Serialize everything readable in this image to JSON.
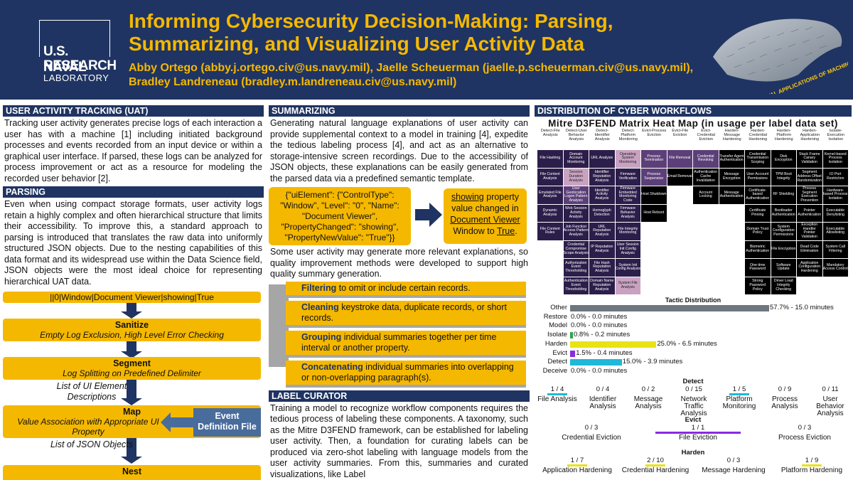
{
  "header": {
    "logo": {
      "line1": "U.S. NAVAL",
      "line2": "RESEARCH",
      "line3": "LABORATORY"
    },
    "title": "Informing Cybersecurity Decision-Making: Parsing, Summarizing, and Visualizing User Activity Data",
    "authors": "Abby Ortego (abby.j.ortego.civ@us.navy.mil), Jaelle Scheuerman (jaelle.p.scheuerman.civ@us.navy.mil), Bradley Landreneau (bradley.m.landreneau.civ@us.navy.mil)",
    "emblem_text": "NAVAL APPLICATIONS OF MACHINE LEARNING 2025"
  },
  "uat": {
    "heading": "USER ACTIVITY TRACKING (UAT)",
    "body": "Tracking user activity generates precise logs of each interaction a user has with a machine [1] including initiated background processes and events recorded from an input device or within a graphical user interface. If parsed, these logs can be analyzed for process improvement or act as a resource for modeling the recorded user behavior [2]."
  },
  "parsing": {
    "heading": "PARSING",
    "body": "Even when using compact storage formats, user activity logs retain a highly complex and often hierarchical structure that limits their accessibility. To improve this, a standard approach to parsing is introduced that translates the raw data into uniformly structured JSON objects. Due to the nesting capabilities of this data format and its widespread use within the Data Science field, JSON objects were the most ideal choice for representing hierarchical UAT data.",
    "flow": {
      "raw": "||0|Window|Document Viewer|showing|True",
      "sanitize_title": "Sanitize",
      "sanitize_desc": "Empty Log Exclusion, High Level Error Checking",
      "segment_title": "Segment",
      "segment_desc": "Log Splitting on Predefined Delimiter",
      "label1": "List of UI Element Descriptions",
      "map_title": "Map",
      "map_desc": "Value Association with Appropriate UI Property",
      "event_file": "Event Definition File",
      "label2": "List of JSON Objects",
      "nest_title": "Nest"
    }
  },
  "summarizing": {
    "heading": "SUMMARIZING",
    "body": "Generating natural language explanations of user activity can provide supplemental context to a model in training [4], expedite the tedious labeling process [4], and act as an alternative to storage-intensive screen recordings. Due to the accessibility of JSON objects, these explanations can be easily generated from the parsed data via a predefined semantic template.",
    "json_example": "{\"uiElement\": {\"ControlType\": \"Window\", \"Level\": \"0\", \"Name\": \"Document Viewer\", \"PropertyChanged\": \"showing\", \"PropertyNewValue\": \"True\"}}",
    "summary_w1": "showing",
    "summary_w2": " property value changed in ",
    "summary_w3": "Document Viewer",
    "summary_w4": " Window to ",
    "summary_w5": "True",
    "summary_w6": ".",
    "body2": "Some user activity may generate more relevant explanations, so quality improvement methods were developed to support high quality summary generation.",
    "steps": [
      {
        "name": "Filtering",
        "desc": " to omit or include certain records."
      },
      {
        "name": "Cleaning",
        "desc": " keystroke data, duplicate records, or short records."
      },
      {
        "name": "Grouping",
        "desc": " individual summaries together per time interval or another property."
      },
      {
        "name": "Concatenating",
        "desc": " individual summaries into overlapping or non-overlapping paragraph(s)."
      }
    ]
  },
  "label_curator": {
    "heading": "LABEL CURATOR",
    "body": "Training a model to recognize workflow components requires the tedious process of labeling these components. A taxonomy, such as the Mitre D3FEND framework, can be established for labeling user activity. Then, a foundation for curating labels can be produced via zero-shot labeling with language models from the user activity summaries. From this, summaries and curated visualizations, like Label"
  },
  "distribution": {
    "heading": "DISTRIBUTION OF CYBER WORKFLOWS",
    "heatmap_title": "Mitre D3FEND Matrix Heat Map (in usage per label data set)",
    "columns": [
      "Detect-File Analysis",
      "Detect-User Behavior Analysis",
      "Detect-Identifier Analysis",
      "Detect-Platform Monitoring",
      "Evict-Process Eviction",
      "Evict-File Eviction",
      "Evict-Credential Eviction",
      "Harden-Message Hardening",
      "Harden-Credential Hardening",
      "Harden-Platform Hardening",
      "Harden-Application Hardening",
      "Isolate-Execution Isolation"
    ],
    "cells": [
      [
        "File Hashing",
        "Domain Account Monitoring",
        "URL Analysis",
        "Operating System Monitoring",
        "Process Termination",
        "File Removal",
        "Credential Revoking",
        "Transfer Agent Authentication",
        "Credential Transmission Scoping",
        "Disk Encryption",
        "Stack Frame Canary Validation",
        "Kernel-based Process Isolation"
      ],
      [
        "File Content Analysis",
        "Session Duration Analysis",
        "Identifier Reputation Analysis",
        "Firmware Verification",
        "Process Suspension",
        "Email Removal",
        "Authentication Cache Invalidation",
        "Message Encryption",
        "User Account Permissions",
        "TPM Boot Integrity",
        "Segment Address Offset Randomization",
        "IO Port Restriction"
      ],
      [
        "Emulated File Analysis",
        "User Geolocation Logon Pattern Analysis",
        "Identifier Activity Analysis",
        "Firmware Embedded Monitoring Code",
        "Host Shutdown",
        "",
        "Account Locking",
        "Message Authentication",
        "Certificate-based Authentication",
        "RF Shielding",
        "Process Segment Execution Prevention",
        "Hardware-based Process Isolation"
      ],
      [
        "Dynamic Analysis",
        "Web Session Activity Analysis",
        "Homoglyph Detection",
        "Firmware Behavior Analysis",
        "Host Reboot",
        "",
        "",
        "",
        "Certificate Pinning",
        "Bootloader Authentication",
        "Pointer Authentication",
        "Executable Denylisting"
      ],
      [
        "File Content Rules",
        "Job Function Access Pattern Analysis",
        "URL Reputation Analysis",
        "File Integrity Monitoring",
        "",
        "",
        "",
        "",
        "Domain Trust Policy",
        "System Configuration Permissions",
        "Exception Handler Pointer Validation",
        "Executable Allowlisting"
      ],
      [
        "",
        "Credential Compromise Scope Analysis",
        "IP Reputation Analysis",
        "User Session Init Config Analysis",
        "",
        "",
        "",
        "",
        "Biometric Authentication",
        "File Encryption",
        "Dead Code Elimination",
        "System Call Filtering"
      ],
      [
        "",
        "Authorization Event Thresholding",
        "File Hash Reputation Analysis",
        "System Init Config Analysis",
        "",
        "",
        "",
        "",
        "One-time Password",
        "Software Update",
        "Application Configuration Hardening",
        "Mandatory Access Control"
      ],
      [
        "",
        "Authentication Event Thresholding",
        "Domain Name Reputation Analysis",
        "System File Analysis",
        "",
        "",
        "",
        "",
        "Strong Password Policy",
        "Driver Load Integrity Checking",
        "",
        ""
      ]
    ],
    "tactic_title": "Tactic Distribution",
    "tactics": [
      {
        "name": "Other",
        "label": "57.7% - 15.0 minutes",
        "pct": 57.7,
        "color": "#6e7680"
      },
      {
        "name": "Restore",
        "label": "0.0% - 0.0 minutes",
        "pct": 0.0,
        "color": "#6e7680"
      },
      {
        "name": "Model",
        "label": "0.0% - 0.0 minutes",
        "pct": 0.0,
        "color": "#6e7680"
      },
      {
        "name": "Isolate",
        "label": "0.8% - 0.2 minutes",
        "pct": 0.8,
        "color": "#2aa84a"
      },
      {
        "name": "Harden",
        "label": "25.0% - 6.5 minutes",
        "pct": 25.0,
        "color": "#e8e316"
      },
      {
        "name": "Evict",
        "label": "1.5% - 0.4 minutes",
        "pct": 1.5,
        "color": "#8a2be2"
      },
      {
        "name": "Detect",
        "label": "15.0% - 3.9 minutes",
        "pct": 15.0,
        "color": "#20b8d8"
      },
      {
        "name": "Deceive",
        "label": "0.0% - 0.0 minutes",
        "pct": 0.0,
        "color": "#6e7680"
      }
    ],
    "detect": {
      "title": "Detect",
      "items": [
        {
          "count": "1 / 4",
          "name": "File Analysis",
          "fill": 0.25
        },
        {
          "count": "0 / 4",
          "name": "Identifier Analysis",
          "fill": 0
        },
        {
          "count": "0 / 2",
          "name": "Message Analysis",
          "fill": 0
        },
        {
          "count": "0 / 15",
          "name": "Network Traffic Analysis",
          "fill": 0
        },
        {
          "count": "1 / 5",
          "name": "Platform Monitoring",
          "fill": 0.2
        },
        {
          "count": "0 / 9",
          "name": "Process Analysis",
          "fill": 0
        },
        {
          "count": "0 / 11",
          "name": "User Behavior Analysis",
          "fill": 0
        }
      ]
    },
    "evict": {
      "title": "Evict",
      "items": [
        {
          "count": "0 / 3",
          "name": "Credential Eviction",
          "fill": 0
        },
        {
          "count": "1 / 1",
          "name": "File Eviction",
          "fill": 1
        },
        {
          "count": "0 / 3",
          "name": "Process Eviction",
          "fill": 0
        }
      ]
    },
    "harden": {
      "title": "Harden",
      "items": [
        {
          "count": "1 / 7",
          "name": "Application Hardening",
          "fill": 0.14
        },
        {
          "count": "2 / 10",
          "name": "Credential Hardening",
          "fill": 0.2
        },
        {
          "count": "0 / 3",
          "name": "Message Hardening",
          "fill": 0
        },
        {
          "count": "1 / 9",
          "name": "Platform Hardening",
          "fill": 0.11
        }
      ]
    },
    "isolate_title": "Isolate"
  },
  "colors": {
    "navy": "#1f3462",
    "gold": "#f5b800",
    "heat_high": "#c9a2c2",
    "heat_mid": "#5c3f78",
    "heat_low": "#2c1e4a",
    "heat_none": "#000000"
  }
}
